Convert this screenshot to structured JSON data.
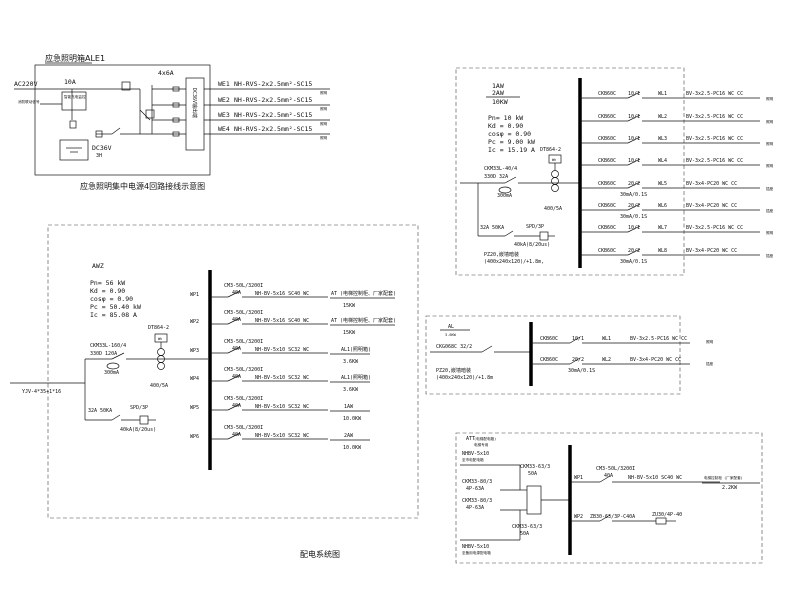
{
  "emergency_panel": {
    "label": "应急照明箱ALE1",
    "supply": "AC220V",
    "breaker": "10A",
    "module_main": "4x6A",
    "dc_label": "DC36V输出",
    "bus_box": "DC36V输出端",
    "battery_label": "DC36V",
    "battery_sub": "3H",
    "text_charger": "智能充电监控",
    "text_fire": "消防联动信号",
    "circuits": [
      {
        "id": "WE1",
        "cable": "NH-RVS-2x2.5mm²-SC15",
        "load": "照明"
      },
      {
        "id": "WE2",
        "cable": "NH-RVS-2x2.5mm²-SC15",
        "load": "照明"
      },
      {
        "id": "WE3",
        "cable": "NH-RVS-2x2.5mm²-SC15",
        "load": "照明"
      },
      {
        "id": "WE4",
        "cable": "NH-RVS-2x2.5mm²-SC15",
        "load": "照明"
      }
    ],
    "caption": "应急照明集中电源4回路接线示意图"
  },
  "awz_panel": {
    "label": "AWZ",
    "params": [
      "Pn= 56 kW",
      "Kd = 0.90",
      "cosφ = 0.90",
      "Pc = 50.40 kW",
      "Ic = 85.08 A"
    ],
    "meter": "DT864-2",
    "meter_box": "Wh",
    "main_breaker": "CKM33L-160/4",
    "main_breaker_sub": "330D  120A",
    "rcd": "300mA",
    "ct": "400/5A",
    "incoming": "YJV-4*35+1*16",
    "spd_breaker": "32A 50KA",
    "spd": "SPD/3P",
    "spd_sub": "40kA(8/20us)",
    "circuits": [
      {
        "id": "WP1",
        "breaker": "CM3-50L/3200I",
        "rating": "40A",
        "cable": "NH-BV-5x16 SC40 WC",
        "target": "AT (电梯控制柜、厂家配套)",
        "power": "15KW"
      },
      {
        "id": "WP2",
        "breaker": "CM3-50L/3200I",
        "rating": "40A",
        "cable": "NH-BV-5x16 SC40 WC",
        "target": "AT (电梯控制柜、厂家配套)",
        "power": "15KW"
      },
      {
        "id": "WP3",
        "breaker": "CM3-50L/3200I",
        "rating": "40A",
        "cable": "NH-BV-5x10 SC32 WC",
        "target": "AL1(照明箱)",
        "power": "3.6KW"
      },
      {
        "id": "WP4",
        "breaker": "CM3-50L/3200I",
        "rating": "40A",
        "cable": "NH-BV-5x10 SC32 WC",
        "target": "AL1(照明箱)",
        "power": "3.6KW"
      },
      {
        "id": "WP5",
        "breaker": "CM3-50L/3200I",
        "rating": "40A",
        "cable": "NH-BV-5x10 SC32 WC",
        "target": "1AW",
        "power": "10.0KW"
      },
      {
        "id": "WP6",
        "breaker": "CM3-50L/3200I",
        "rating": "40A",
        "cable": "NH-BV-5x10 SC32 WC",
        "target": "2AW",
        "power": "10.0KW"
      }
    ],
    "caption": "配电系统图"
  },
  "aw_panel": {
    "label": [
      "1AW",
      "2AW",
      "10KW"
    ],
    "params": [
      "Pn= 10 kW",
      "Kd = 0.90",
      "cosφ = 0.90",
      "Pc = 9.00 kW",
      "Ic = 15.19 A"
    ],
    "meter": "DT864-2",
    "meter_box": "Wh",
    "main_breaker": "CKM33L-40/4",
    "main_breaker_sub": "330D   32A",
    "rcd": "300mA",
    "ct": "400/5A",
    "spd_breaker": "32A 50KA",
    "spd": "SPD/3P",
    "spd_sub": "40kA(8/20us)",
    "box": "PZ20,嵌墙暗装",
    "box_sub": "(400x240x120)/+1.8m,",
    "circuits": [
      {
        "breaker": "CKB60C",
        "rating": "10/1",
        "id": "WL1",
        "cable": "BV-3x2.5-PC16  WC CC",
        "load": "照明",
        "rcd": ""
      },
      {
        "breaker": "CKB60C",
        "rating": "10/1",
        "id": "WL2",
        "cable": "BV-3x2.5-PC16  WC CC",
        "load": "照明",
        "rcd": ""
      },
      {
        "breaker": "CKB60C",
        "rating": "10/1",
        "id": "WL3",
        "cable": "BV-3x2.5-PC16  WC CC",
        "load": "照明",
        "rcd": ""
      },
      {
        "breaker": "CKB60C",
        "rating": "10/1",
        "id": "WL4",
        "cable": "BV-3x2.5-PC16  WC CC",
        "load": "照明",
        "rcd": ""
      },
      {
        "breaker": "CKB60C",
        "rating": "20/2",
        "id": "WL5",
        "cable": "BV-3x4-PC20  WC CC",
        "load": "插座",
        "rcd": "30mA/0.1S"
      },
      {
        "breaker": "CKB60C",
        "rating": "20/2",
        "id": "WL6",
        "cable": "BV-3x4-PC20  WC CC",
        "load": "插座",
        "rcd": "30mA/0.1S"
      },
      {
        "breaker": "CKB60C",
        "rating": "10/1",
        "id": "WL7",
        "cable": "BV-3x2.5-PC16  WC CC",
        "load": "照明",
        "rcd": ""
      },
      {
        "breaker": "CKB60C",
        "rating": "20/2",
        "id": "WL8",
        "cable": "BV-3x4-PC20  WC CC",
        "load": "插座",
        "rcd": "30mA/0.1S"
      }
    ]
  },
  "al_panel": {
    "label": "AL",
    "power": "3.6KW",
    "main_breaker": "CKG068C 32/2",
    "box": "PZ20,嵌墙暗装",
    "box_sub": "(400x240x120)/+1.8m",
    "circuits": [
      {
        "breaker": "CKB60C",
        "rating": "10/1",
        "id": "WL1",
        "cable": "BV-3x2.5-PC16  WC CC",
        "load": "照明",
        "rcd": ""
      },
      {
        "breaker": "CKB60C",
        "rating": "20/2",
        "id": "WL2",
        "cable": "BV-3x4-PC20  WC CC",
        "load": "插座",
        "rcd": "30mA/0.1S"
      }
    ]
  },
  "at_panel": {
    "label": "ATT",
    "label_sub": "(电梯配电箱)",
    "label_sub2": "电梯专用",
    "source1": "NHBV-5x10",
    "source1_sub": "至市电配电箱",
    "source2": "NHBV-5x10",
    "source2_sub": "至备用电源配电箱",
    "breaker_top": "CKM33-63/3",
    "breaker_top_sub": "50A",
    "breaker_a": "CKM33-80/3",
    "breaker_a_sub": "4P-63A",
    "breaker_b": "CKM33-80/3",
    "breaker_b_sub": "4P-63A",
    "breaker_bottom": "CKM33-63/3",
    "breaker_bottom_sub": "50A",
    "circuits": [
      {
        "id": "WP1",
        "breaker": "CM3-50L/3200I",
        "rating": "40A",
        "cable": "NH-BV-5x10 SC40 WC",
        "target": "电梯控制柜 (厂家配套)",
        "power": "2.2KW"
      },
      {
        "id": "WP2",
        "breaker": "ZB30-63/3P-C40A",
        "rating": "",
        "cable": "ZU30/4P-40",
        "target": "",
        "power": ""
      }
    ]
  }
}
